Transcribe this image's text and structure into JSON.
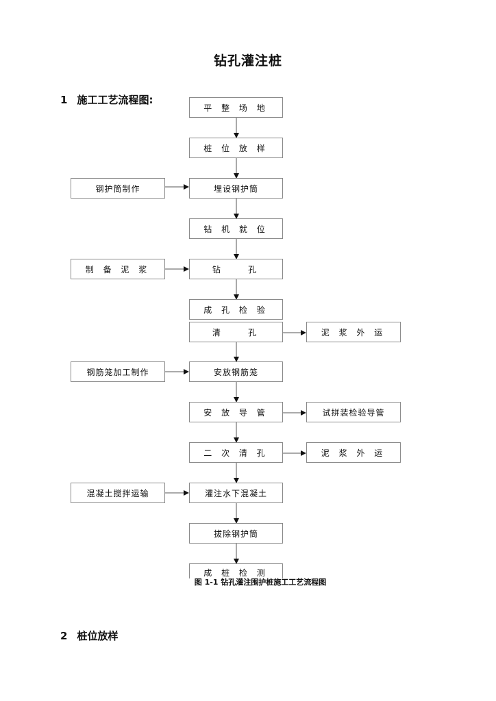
{
  "title": "钻孔灌注桩",
  "section1": {
    "number": "1",
    "text": "施工工艺流程图:"
  },
  "section2": {
    "number": "2",
    "text": "桩位放样"
  },
  "flow": {
    "main": [
      "平 整 场 地",
      "桩 位 放 样",
      "埋设钢护筒",
      "钻 机 就 位",
      "钻    孔",
      "成 孔 检 验",
      "清    孔",
      "安放钢筋笼",
      "安 放 导 管",
      "二 次 清 孔",
      "灌注水下混凝土",
      "拔除钢护筒",
      "成 桩 检 测"
    ],
    "left": {
      "steel_casing": "钢护筒制作",
      "slurry": "制 备 泥 浆",
      "rebar_cage": "钢筋笼加工制作",
      "concrete": "混凝土搅拌运输"
    },
    "right": {
      "slurry_out_1": "泥 浆 外 运",
      "test_pipe": "试拼装检验导管",
      "slurry_out_2": "泥 浆 外 运"
    }
  },
  "caption": "图 1-1  钻孔灌注围护桩施工工艺流程图"
}
